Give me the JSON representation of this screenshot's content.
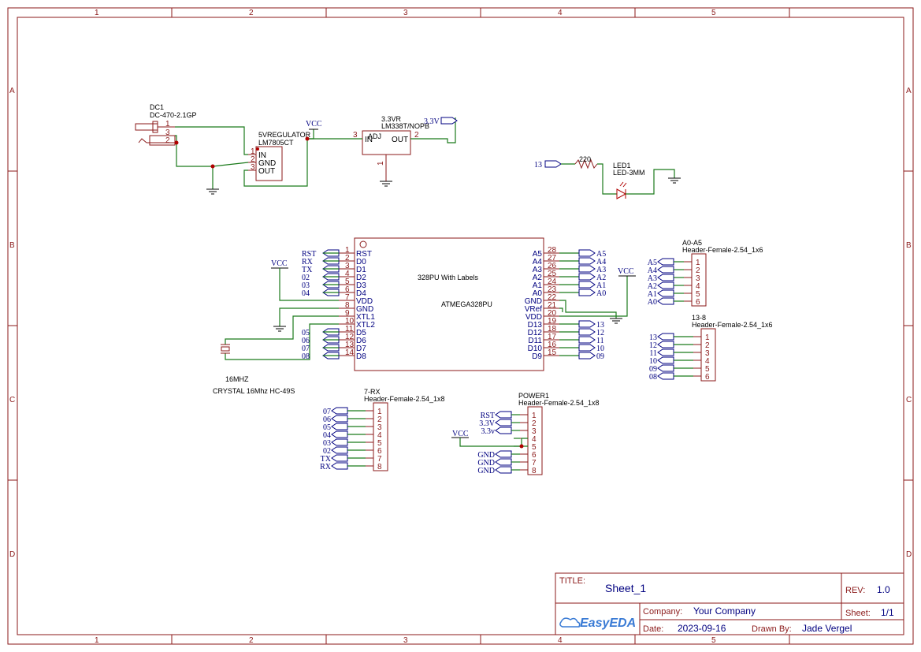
{
  "colors": {
    "frame": "#8b1a1a",
    "wire": "#1b7a1b",
    "text": "#000080",
    "junction": "#b00000"
  },
  "zones": {
    "cols": [
      "1",
      "2",
      "3",
      "4",
      "5"
    ],
    "rows": [
      "A",
      "B",
      "C",
      "D"
    ]
  },
  "dc1": {
    "ref": "DC1",
    "value": "DC-470-2.1GP",
    "p1": "1",
    "p2": "3",
    "p3": "2"
  },
  "reg5": {
    "ref": "5VREGULATOR",
    "value": "LM7805CT",
    "p1": "1",
    "p2": "2",
    "p3": "3",
    "n1": "IN",
    "n2": "GND",
    "n3": "OUT"
  },
  "reg33": {
    "ref": "3.3VR",
    "value": "LM338T/NOPB",
    "p_in": "3",
    "p_out": "2",
    "p_adj": "1",
    "n_in": "IN",
    "n_adj": "ADJ",
    "n_out": "OUT"
  },
  "vcc": "VCC",
  "net33": "3.3V",
  "led": {
    "port": "13",
    "res": "220",
    "ref": "LED1",
    "value": "LED-3MM"
  },
  "mcu": {
    "label1": "328PU With Labels",
    "label2": "ATMEGA328PU",
    "left": [
      {
        "num": "1",
        "name": "RST",
        "net": "RST"
      },
      {
        "num": "2",
        "name": "D0",
        "net": "RX"
      },
      {
        "num": "3",
        "name": "D1",
        "net": "TX"
      },
      {
        "num": "4",
        "name": "D2",
        "net": "02"
      },
      {
        "num": "5",
        "name": "D3",
        "net": "03"
      },
      {
        "num": "6",
        "name": "D4",
        "net": "04"
      },
      {
        "num": "7",
        "name": "VDD",
        "net": ""
      },
      {
        "num": "8",
        "name": "GND",
        "net": ""
      },
      {
        "num": "9",
        "name": "XTL1",
        "net": ""
      },
      {
        "num": "10",
        "name": "XTL2",
        "net": ""
      },
      {
        "num": "11",
        "name": "D5",
        "net": "05"
      },
      {
        "num": "12",
        "name": "D6",
        "net": "06"
      },
      {
        "num": "13",
        "name": "D7",
        "net": "07"
      },
      {
        "num": "14",
        "name": "D8",
        "net": "08"
      }
    ],
    "right": [
      {
        "num": "28",
        "name": "A5",
        "net": "A5"
      },
      {
        "num": "27",
        "name": "A4",
        "net": "A4"
      },
      {
        "num": "26",
        "name": "A3",
        "net": "A3"
      },
      {
        "num": "25",
        "name": "A2",
        "net": "A2"
      },
      {
        "num": "24",
        "name": "A1",
        "net": "A1"
      },
      {
        "num": "23",
        "name": "A0",
        "net": "A0"
      },
      {
        "num": "22",
        "name": "GND",
        "net": ""
      },
      {
        "num": "21",
        "name": "VRef",
        "net": ""
      },
      {
        "num": "20",
        "name": "VDD",
        "net": ""
      },
      {
        "num": "19",
        "name": "D13",
        "net": "13"
      },
      {
        "num": "18",
        "name": "D12",
        "net": "12"
      },
      {
        "num": "17",
        "name": "D11",
        "net": "11"
      },
      {
        "num": "16",
        "name": "D10",
        "net": "10"
      },
      {
        "num": "15",
        "name": "D9",
        "net": "09"
      }
    ]
  },
  "crystal": {
    "ref": "16MHZ",
    "value": "CRYSTAL 16Mhz HC-49S"
  },
  "hdr_a": {
    "ref": "A0-A5",
    "value": "Header-Female-2.54_1x6",
    "nets": [
      "A5",
      "A4",
      "A3",
      "A2",
      "A1",
      "A0"
    ],
    "pins": [
      "1",
      "2",
      "3",
      "4",
      "5",
      "6"
    ]
  },
  "hdr_b": {
    "ref": "13-8",
    "value": "Header-Female-2.54_1x6",
    "nets": [
      "13",
      "12",
      "11",
      "10",
      "09",
      "08"
    ],
    "pins": [
      "1",
      "2",
      "3",
      "4",
      "5",
      "6"
    ]
  },
  "hdr_c": {
    "ref": "7-RX",
    "value": "Header-Female-2.54_1x8",
    "nets": [
      "07",
      "06",
      "05",
      "04",
      "03",
      "02",
      "TX",
      "RX"
    ],
    "pins": [
      "1",
      "2",
      "3",
      "4",
      "5",
      "6",
      "7",
      "8"
    ]
  },
  "hdr_d": {
    "ref": "POWER1",
    "value": "Header-Female-2.54_1x8",
    "nets": [
      "RST",
      "3.3V",
      "3.3v",
      "",
      "",
      "GND",
      "GND",
      "GND"
    ],
    "pins": [
      "1",
      "2",
      "3",
      "4",
      "5",
      "6",
      "7",
      "8"
    ]
  },
  "title_block": {
    "title_label": "TITLE:",
    "title": "Sheet_1",
    "rev_label": "REV:",
    "rev": "1.0",
    "company_label": "Company:",
    "company": "Your Company",
    "sheet_label": "Sheet:",
    "sheet": "1/1",
    "date_label": "Date:",
    "date": "2023-09-16",
    "drawn_label": "Drawn By:",
    "drawn": "Jade Vergel",
    "logo": "EasyEDA"
  }
}
